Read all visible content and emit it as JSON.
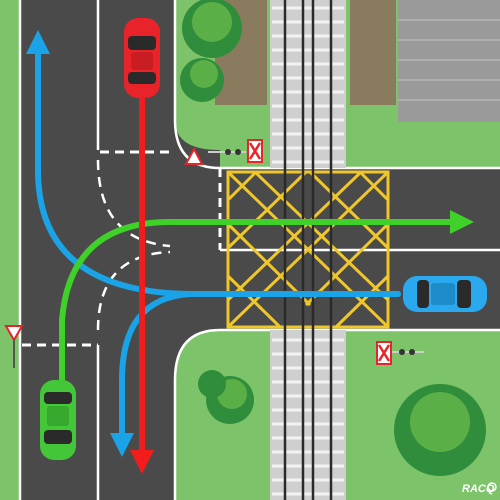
{
  "brand": {
    "logo_text": "RACQ",
    "logo_icon": "racq-logo-icon"
  },
  "colors": {
    "grass": "#7cc36a",
    "road": "#4a4a4a",
    "box_junction": "#f0c72a",
    "path_red": "#f21c1c",
    "path_blue": "#1aa3e6",
    "path_green": "#3fd12a",
    "car_red": "#e8232a",
    "car_blue": "#2ba9ee",
    "car_green": "#44c639",
    "building_roof": "#9a9a9a",
    "building_brown": "#8a7a5e"
  },
  "signs": {
    "level_crossing_icon": "level-crossing-x-sign-icon",
    "give_way_icon": "give-way-triangle-sign-icon",
    "signal_icon": "railway-signal-light-icon"
  },
  "vehicles": [
    {
      "name": "red-car",
      "color": "car_red",
      "path": "straight-south"
    },
    {
      "name": "blue-car",
      "color": "car_blue",
      "path": "turn-then-exit"
    },
    {
      "name": "green-car",
      "color": "car_green",
      "path": "right-turn-east"
    }
  ]
}
